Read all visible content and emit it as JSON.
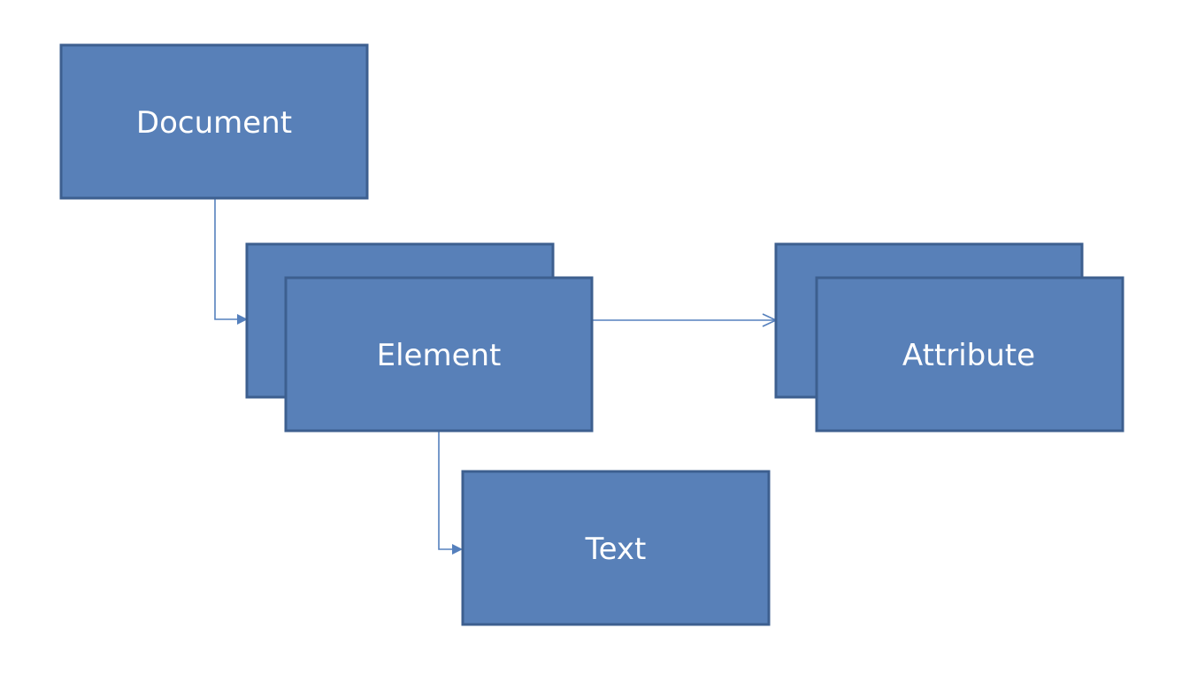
{
  "diagram": {
    "nodes": {
      "document": {
        "label": "Document"
      },
      "element": {
        "label": "Element"
      },
      "attribute": {
        "label": "Attribute"
      },
      "text": {
        "label": "Text"
      }
    },
    "colors": {
      "box_fill": "#5880b8",
      "box_border": "#3d5f8f",
      "connector": "#5580bd",
      "label": "#ffffff",
      "background": "#ffffff"
    }
  }
}
